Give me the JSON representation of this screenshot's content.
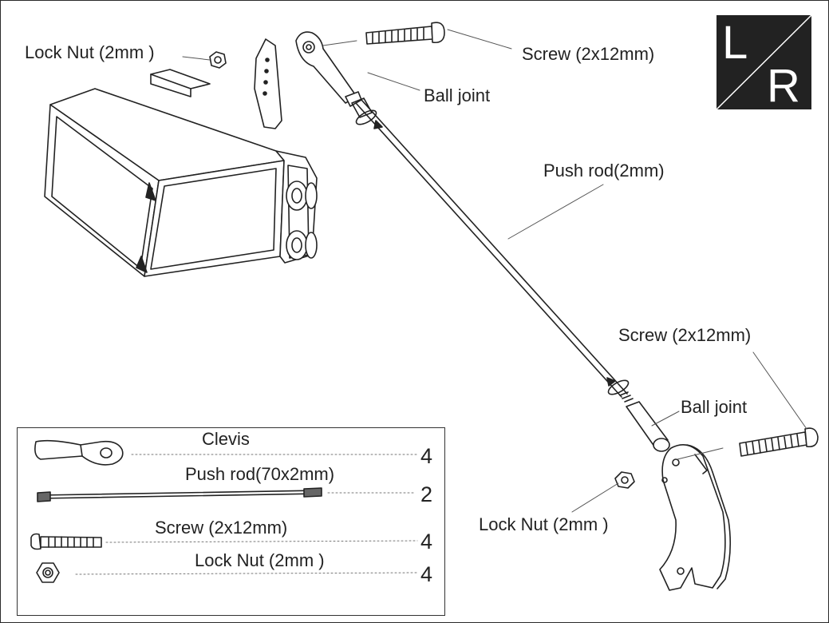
{
  "logo": {
    "left": "L",
    "right": "R",
    "bg": "#222222"
  },
  "labels": {
    "lock_nut_top": "Lock Nut (2mm )",
    "screw_top": "Screw (2x12mm)",
    "ball_joint_top": "Ball joint",
    "push_rod": "Push rod(2mm)",
    "screw_bottom": "Screw (2x12mm)",
    "ball_joint_bottom": "Ball joint",
    "lock_nut_bottom": "Lock Nut (2mm )"
  },
  "parts_list": [
    {
      "name": "Clevis",
      "qty": "4",
      "icon": "clevis-icon"
    },
    {
      "name": "Push rod(70x2mm)",
      "qty": "2",
      "icon": "push-rod-icon"
    },
    {
      "name": "Screw  (2x12mm)",
      "qty": "4",
      "icon": "screw-icon"
    },
    {
      "name": "Lock Nut (2mm )",
      "qty": "4",
      "icon": "lock-nut-icon"
    }
  ]
}
